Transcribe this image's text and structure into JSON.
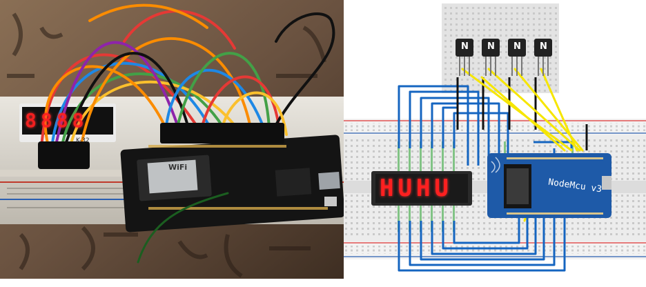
{
  "photo": {
    "segment_display_text": "8888",
    "module_label": "K-32",
    "wifi_label": "WiFi"
  },
  "diagram": {
    "display_text": "HUHU",
    "transistor_label": "N",
    "transistor_count": 4,
    "nodemcu_label": "NodeMcu v3",
    "colors": {
      "wire_blue": "#1565c0",
      "wire_yellow": "#f6e600",
      "wire_black": "#111111",
      "display_red": "#ff2020",
      "board_blue": "#1e5aa8"
    }
  },
  "caption": ""
}
